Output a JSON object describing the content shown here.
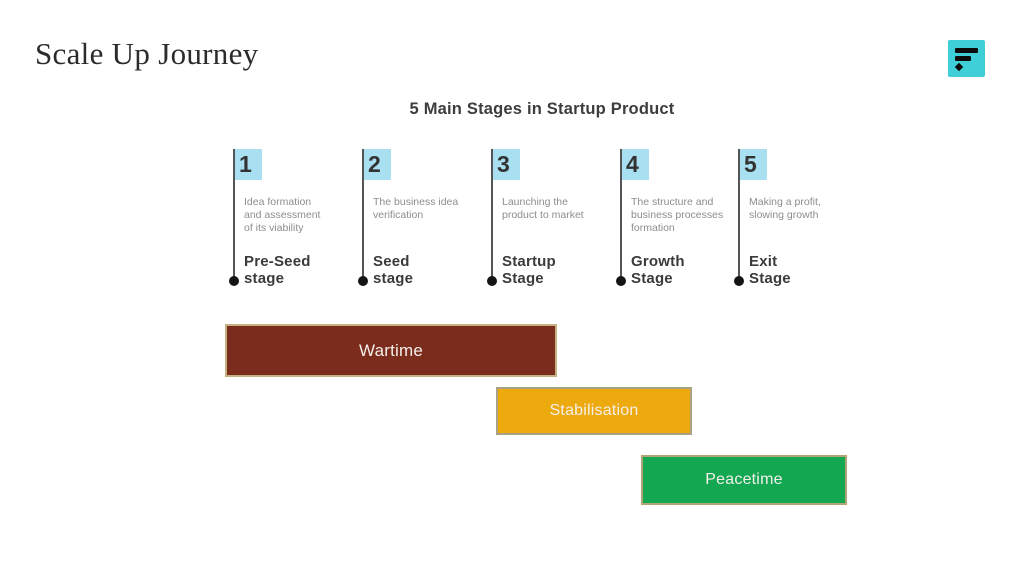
{
  "slide": {
    "title": "Scale Up Journey"
  },
  "logo": {
    "name": "funnel-bars-logo",
    "background": "#3ecfd9",
    "glyph_color": "#0c0c0c"
  },
  "diagram": {
    "title": "5 Main Stages in Startup Product",
    "badge_color": "#a9e0f1",
    "stages": [
      {
        "number": "1",
        "description": "Idea formation\nand assessment\nof its viability",
        "name": "Pre-Seed\nstage"
      },
      {
        "number": "2",
        "description": "The business idea\nverification",
        "name": "Seed\nstage"
      },
      {
        "number": "3",
        "description": "Launching the\nproduct to market",
        "name": "Startup\nStage"
      },
      {
        "number": "4",
        "description": "The structure and\nbusiness processes\nformation",
        "name": "Growth\nStage"
      },
      {
        "number": "5",
        "description": "Making a profit,\nslowing growth",
        "name": "Exit\nStage"
      }
    ]
  },
  "bars": [
    {
      "label": "Wartime",
      "fill": "#7b2c1c",
      "border": "#c3b383"
    },
    {
      "label": "Stabilisation",
      "fill": "#edaa0e",
      "border": "#a8a186"
    },
    {
      "label": "Peacetime",
      "fill": "#14a751",
      "border": "#b3a477"
    }
  ]
}
